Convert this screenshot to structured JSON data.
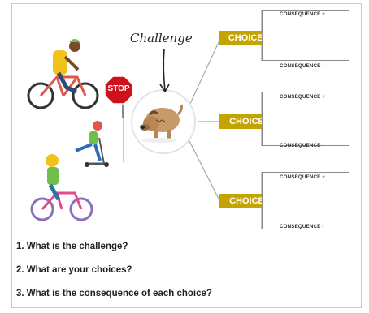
{
  "diagram": {
    "challenge_label": "Challenge",
    "stop_sign_text": "STOP",
    "choices": [
      {
        "label": "CHOICE A",
        "positive": "CONSEQUENCE",
        "negative": "CONSEQUENCE"
      },
      {
        "label": "CHOICE B",
        "positive": "CONSEQUENCE",
        "negative": "CONSEQUENCE"
      },
      {
        "label": "CHOICE C",
        "positive": "CONSEQUENCE",
        "negative": "CONSEQUENCE"
      }
    ],
    "plus_sign": "+",
    "minus_sign": "-",
    "colors": {
      "accent": "#c4a400",
      "positive": "#2e9b3a",
      "stop_red": "#d0111b",
      "line_gray": "#a8a8a8"
    },
    "icons": [
      "cyclist-adult",
      "stop-sign",
      "child-scooter",
      "child-bicycle",
      "dog-sniffing",
      "arrow-down"
    ]
  },
  "questions": [
    "1. What is the challenge?",
    "2. What are your choices?",
    "3. What is the consequence of each choice?"
  ]
}
